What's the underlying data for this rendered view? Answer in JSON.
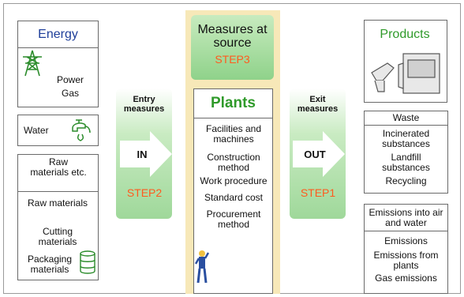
{
  "left_column": {
    "energy": {
      "title": "Energy",
      "items": [
        "Power",
        "Gas"
      ]
    },
    "water": {
      "label": "Water"
    },
    "raw_materials": {
      "header": "Raw materials etc.",
      "items": [
        "Raw materials",
        "Cutting materials",
        "Packaging materials"
      ]
    }
  },
  "entry": {
    "label": "Entry measures",
    "arrow_text": "IN",
    "step": "STEP2"
  },
  "center": {
    "source_title": "Measures at source",
    "source_step": "STEP3",
    "plants_title": "Plants",
    "plants_items": [
      "Facilities and machines",
      "Construction method",
      "Work procedure",
      "Standard cost",
      "Procurement method"
    ]
  },
  "exit": {
    "label": "Exit measures",
    "arrow_text": "OUT",
    "step": "STEP1"
  },
  "right_column": {
    "product": {
      "title": "Products"
    },
    "waste": {
      "header": "Waste",
      "items": [
        "Incinerated substances",
        "Landfill substances",
        "Recycling"
      ]
    },
    "emissions": {
      "header": "Emissions into air and water",
      "items": [
        "Emissions",
        "Emissions from plants",
        "Gas emissions"
      ]
    }
  },
  "colors": {
    "green_text": "#2f9a2a",
    "step_orange": "#ff5a1e",
    "energy_blue": "#1f3f9a",
    "panel_green": "#9fd89a",
    "source_tan": "#f7e8b8"
  }
}
